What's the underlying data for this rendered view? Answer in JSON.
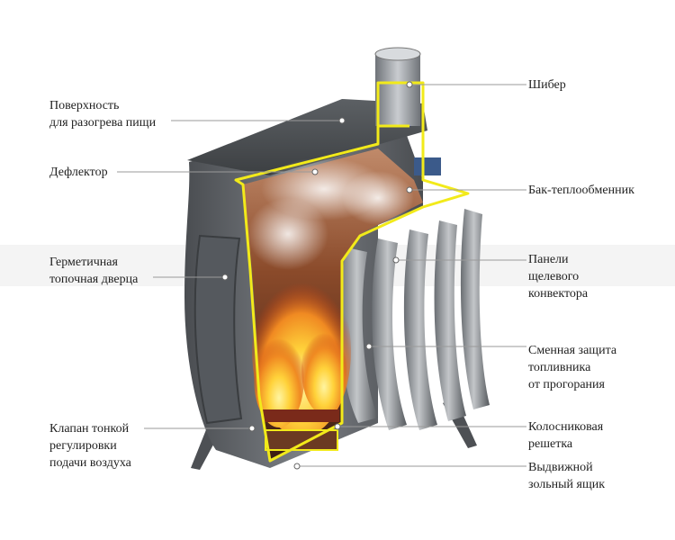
{
  "labels": {
    "surface": [
      "Поверхность",
      "для разогрева пищи"
    ],
    "deflector": [
      "Дефлектор"
    ],
    "door": [
      "Герметичная",
      "топочная дверца"
    ],
    "valve": [
      "Клапан тонкой",
      "регулировки",
      "подачи воздуха"
    ],
    "shiber": [
      "Шибер"
    ],
    "tank": [
      "Бак-теплообменник"
    ],
    "panels": [
      "Панели",
      "щелевого",
      "конвектора"
    ],
    "protection": [
      "Сменная защита",
      "топливника",
      "от прогорания"
    ],
    "grate": [
      "Колосниковая",
      "решетка"
    ],
    "ashbox": [
      "Выдвижной",
      "зольный ящик"
    ]
  },
  "colors": {
    "steel_dark": "#3e4144",
    "steel_mid": "#6d7176",
    "steel_light": "#a9adb1",
    "cut_outline": "#f2ea1a",
    "fire_core": "#ffd23a",
    "fire_outer": "#e0561b",
    "interior": "#8a4a2a",
    "leader_line": "#9a9a9a"
  }
}
